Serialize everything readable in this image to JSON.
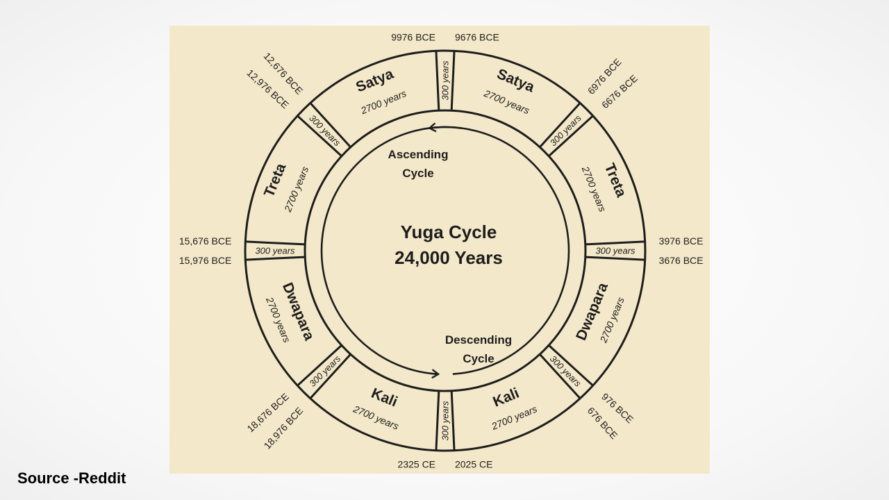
{
  "center": {
    "line1": "Yuga Cycle",
    "line2": "24,000 Years"
  },
  "ascending": {
    "line1": "Ascending",
    "line2": "Cycle"
  },
  "descending": {
    "line1": "Descending",
    "line2": "Cycle"
  },
  "yugas": [
    {
      "name": "Kali",
      "duration": "2700 years"
    },
    {
      "name": "Dwapara",
      "duration": "2700 years"
    },
    {
      "name": "Treta",
      "duration": "2700 years"
    },
    {
      "name": "Satya",
      "duration": "2700 years"
    },
    {
      "name": "Satya",
      "duration": "2700 years"
    },
    {
      "name": "Treta",
      "duration": "2700 years"
    },
    {
      "name": "Dwapara",
      "duration": "2700 years"
    },
    {
      "name": "Kali",
      "duration": "2700 years"
    }
  ],
  "sandhi": [
    "300 years",
    "300 years",
    "300 years",
    "300 years",
    "300 years",
    "300 years",
    "300 years",
    "300 years"
  ],
  "dates": [
    "2025 CE",
    "676 BCE",
    "976 BCE",
    "3676 BCE",
    "3976 BCE",
    "6676 BCE",
    "6976 BCE",
    "9676 BCE",
    "9976 BCE",
    "12,676 BCE",
    "12,976 BCE",
    "15,676 BCE",
    "15,976 BCE",
    "18,676 BCE",
    "18,976 BCE",
    "2325 CE"
  ],
  "source": "Source -Reddit"
}
